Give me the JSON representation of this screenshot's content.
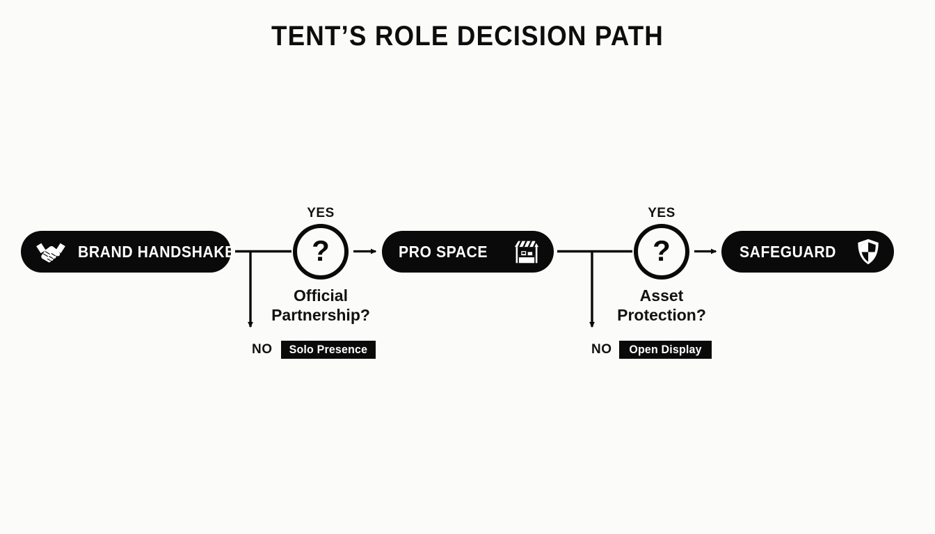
{
  "page": {
    "title": "TENT’S ROLE DECISION PATH",
    "background_color": "#fbfbfa",
    "ink_color": "#0a0a0a",
    "paper_color": "#ffffff"
  },
  "flow": {
    "nodes": [
      {
        "id": "brand-handshake",
        "type": "pill",
        "label": "BRAND HANDSHAKE",
        "icon": "handshake-icon"
      },
      {
        "id": "official-partnership",
        "type": "decision",
        "symbol": "?",
        "yes_label": "YES",
        "no_label": "NO",
        "question": "Official Partnership?",
        "question_line_1": "Official",
        "question_line_2": "Partnership?",
        "no_outcome": "Solo Presence"
      },
      {
        "id": "pro-space",
        "type": "pill",
        "label": "PRO SPACE",
        "icon": "market-stall-icon"
      },
      {
        "id": "asset-protection",
        "type": "decision",
        "symbol": "?",
        "yes_label": "YES",
        "no_label": "NO",
        "question": "Asset Protection?",
        "question_line_1": "Asset",
        "question_line_2": "Protection?",
        "no_outcome": "Open Display"
      },
      {
        "id": "safeguard",
        "type": "pill",
        "label": "SAFEGUARD",
        "icon": "shield-icon"
      }
    ],
    "edges": [
      {
        "from": "brand-handshake",
        "to": "official-partnership",
        "label": ""
      },
      {
        "from": "official-partnership",
        "to": "pro-space",
        "label": "YES"
      },
      {
        "from": "official-partnership",
        "to": "solo-presence",
        "label": "NO"
      },
      {
        "from": "pro-space",
        "to": "asset-protection",
        "label": ""
      },
      {
        "from": "asset-protection",
        "to": "safeguard",
        "label": "YES"
      },
      {
        "from": "asset-protection",
        "to": "open-display",
        "label": "NO"
      }
    ]
  }
}
